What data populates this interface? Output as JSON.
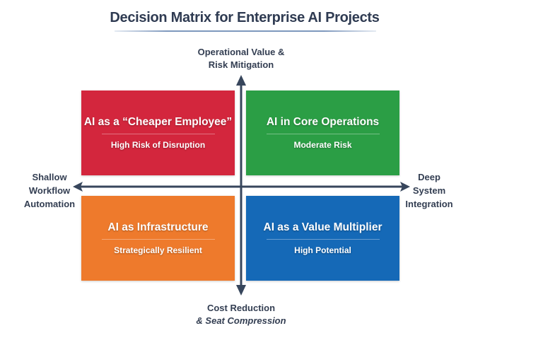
{
  "title": "Decision Matrix for Enterprise AI Projects",
  "axes": {
    "top": {
      "line1": "Operational Value &",
      "line2": "Risk Mitigation"
    },
    "bottom": {
      "line1": "Cost Reduction",
      "line2": "& Seat Compression"
    },
    "left": {
      "line1": "Shallow",
      "line2": "Workflow",
      "line3": "Automation"
    },
    "right": {
      "line1": "Deep",
      "line2": "System",
      "line3": "Integration"
    }
  },
  "quadrants": [
    {
      "title": "AI as a “Cheaper Employee”",
      "subtitle": "High Risk of Disruption",
      "color": "#d3263d"
    },
    {
      "title": "AI in Core Operations",
      "subtitle": "Moderate Risk",
      "color": "#2b9e45"
    },
    {
      "title": "AI as Infrastructure",
      "subtitle": "Strategically Resilient",
      "color": "#ee7a2c"
    },
    {
      "title": "AI as a Value Multiplier",
      "subtitle": "High Potential",
      "color": "#1569b7"
    }
  ],
  "axis_color": "#37465c"
}
